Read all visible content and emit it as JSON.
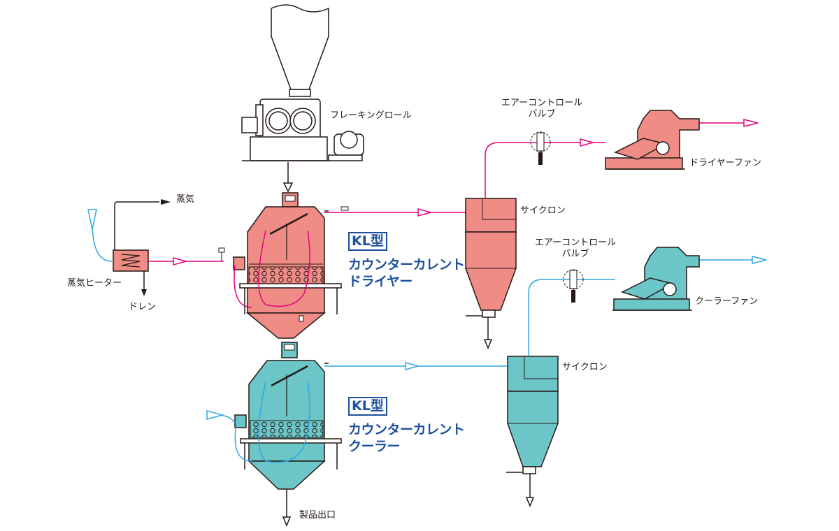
{
  "labels": {
    "flaking_roll": "フレーキングロール",
    "steam": "蒸気",
    "steam_heater": "蒸気ヒーター",
    "drain": "ドレン",
    "air_control_valve_top_line1": "エアーコントロール",
    "air_control_valve_top_line2": "バルブ",
    "dryer_fan": "ドライヤーファン",
    "cyclone_top": "サイクロン",
    "air_control_valve_bottom_line1": "エアーコントロール",
    "air_control_valve_bottom_line2": "バルブ",
    "cooler_fan": "クーラーファン",
    "cyclone_bottom": "サイクロン",
    "product_outlet": "製品出口"
  },
  "dryer": {
    "badge": "KL型",
    "name_line1": "カウンターカレント",
    "name_line2": "ドライヤー"
  },
  "cooler": {
    "badge": "KL型",
    "name_line1": "カウンターカレント",
    "name_line2": "クーラー"
  },
  "colors": {
    "dryer_fill": "#f08c86",
    "cooler_fill": "#6cc6c8",
    "hot_air_line": "#e4007f",
    "cool_air_line": "#2ea7e0",
    "outline": "#231815",
    "text_blue": "#1c4f9c"
  }
}
